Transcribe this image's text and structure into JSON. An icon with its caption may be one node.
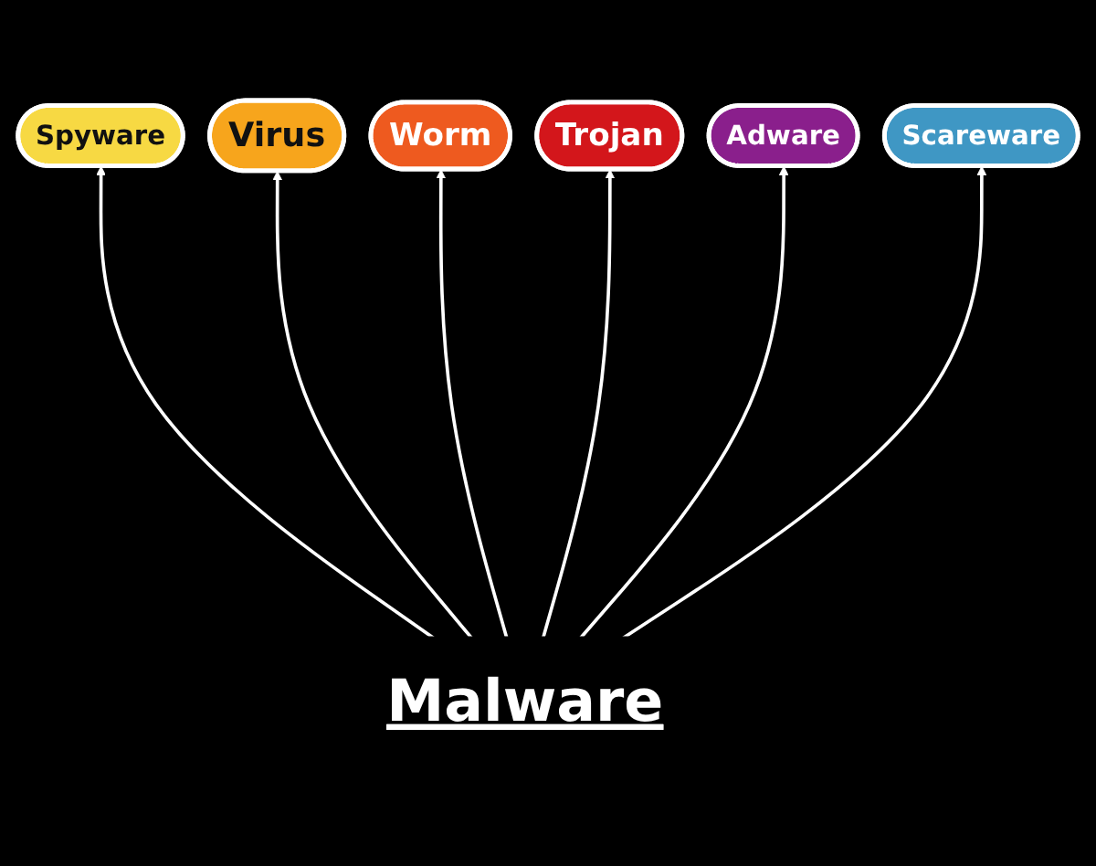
{
  "diagram": {
    "nodes": [
      {
        "text": [
          "Malware"
        ]
      },
      {
        "text": [
          "Spyware"
        ]
      },
      {
        "text": [
          "Virus"
        ]
      },
      {
        "text": [
          "Worm"
        ]
      },
      {
        "text": [
          "Trojan"
        ]
      },
      {
        "text": [
          "Adware"
        ]
      },
      {
        "text": [
          "Scareware"
        ]
      }
    ],
    "edges": [
      {
        "from": 0,
        "to": 1,
        "arrow": "to"
      },
      {
        "from": 0,
        "to": 2,
        "arrow": "to"
      },
      {
        "from": 0,
        "to": 3,
        "arrow": "to"
      },
      {
        "from": 0,
        "to": 4,
        "arrow": "to"
      },
      {
        "from": 0,
        "to": 5,
        "arrow": "to"
      },
      {
        "from": 0,
        "to": 6,
        "arrow": "to"
      }
    ]
  }
}
